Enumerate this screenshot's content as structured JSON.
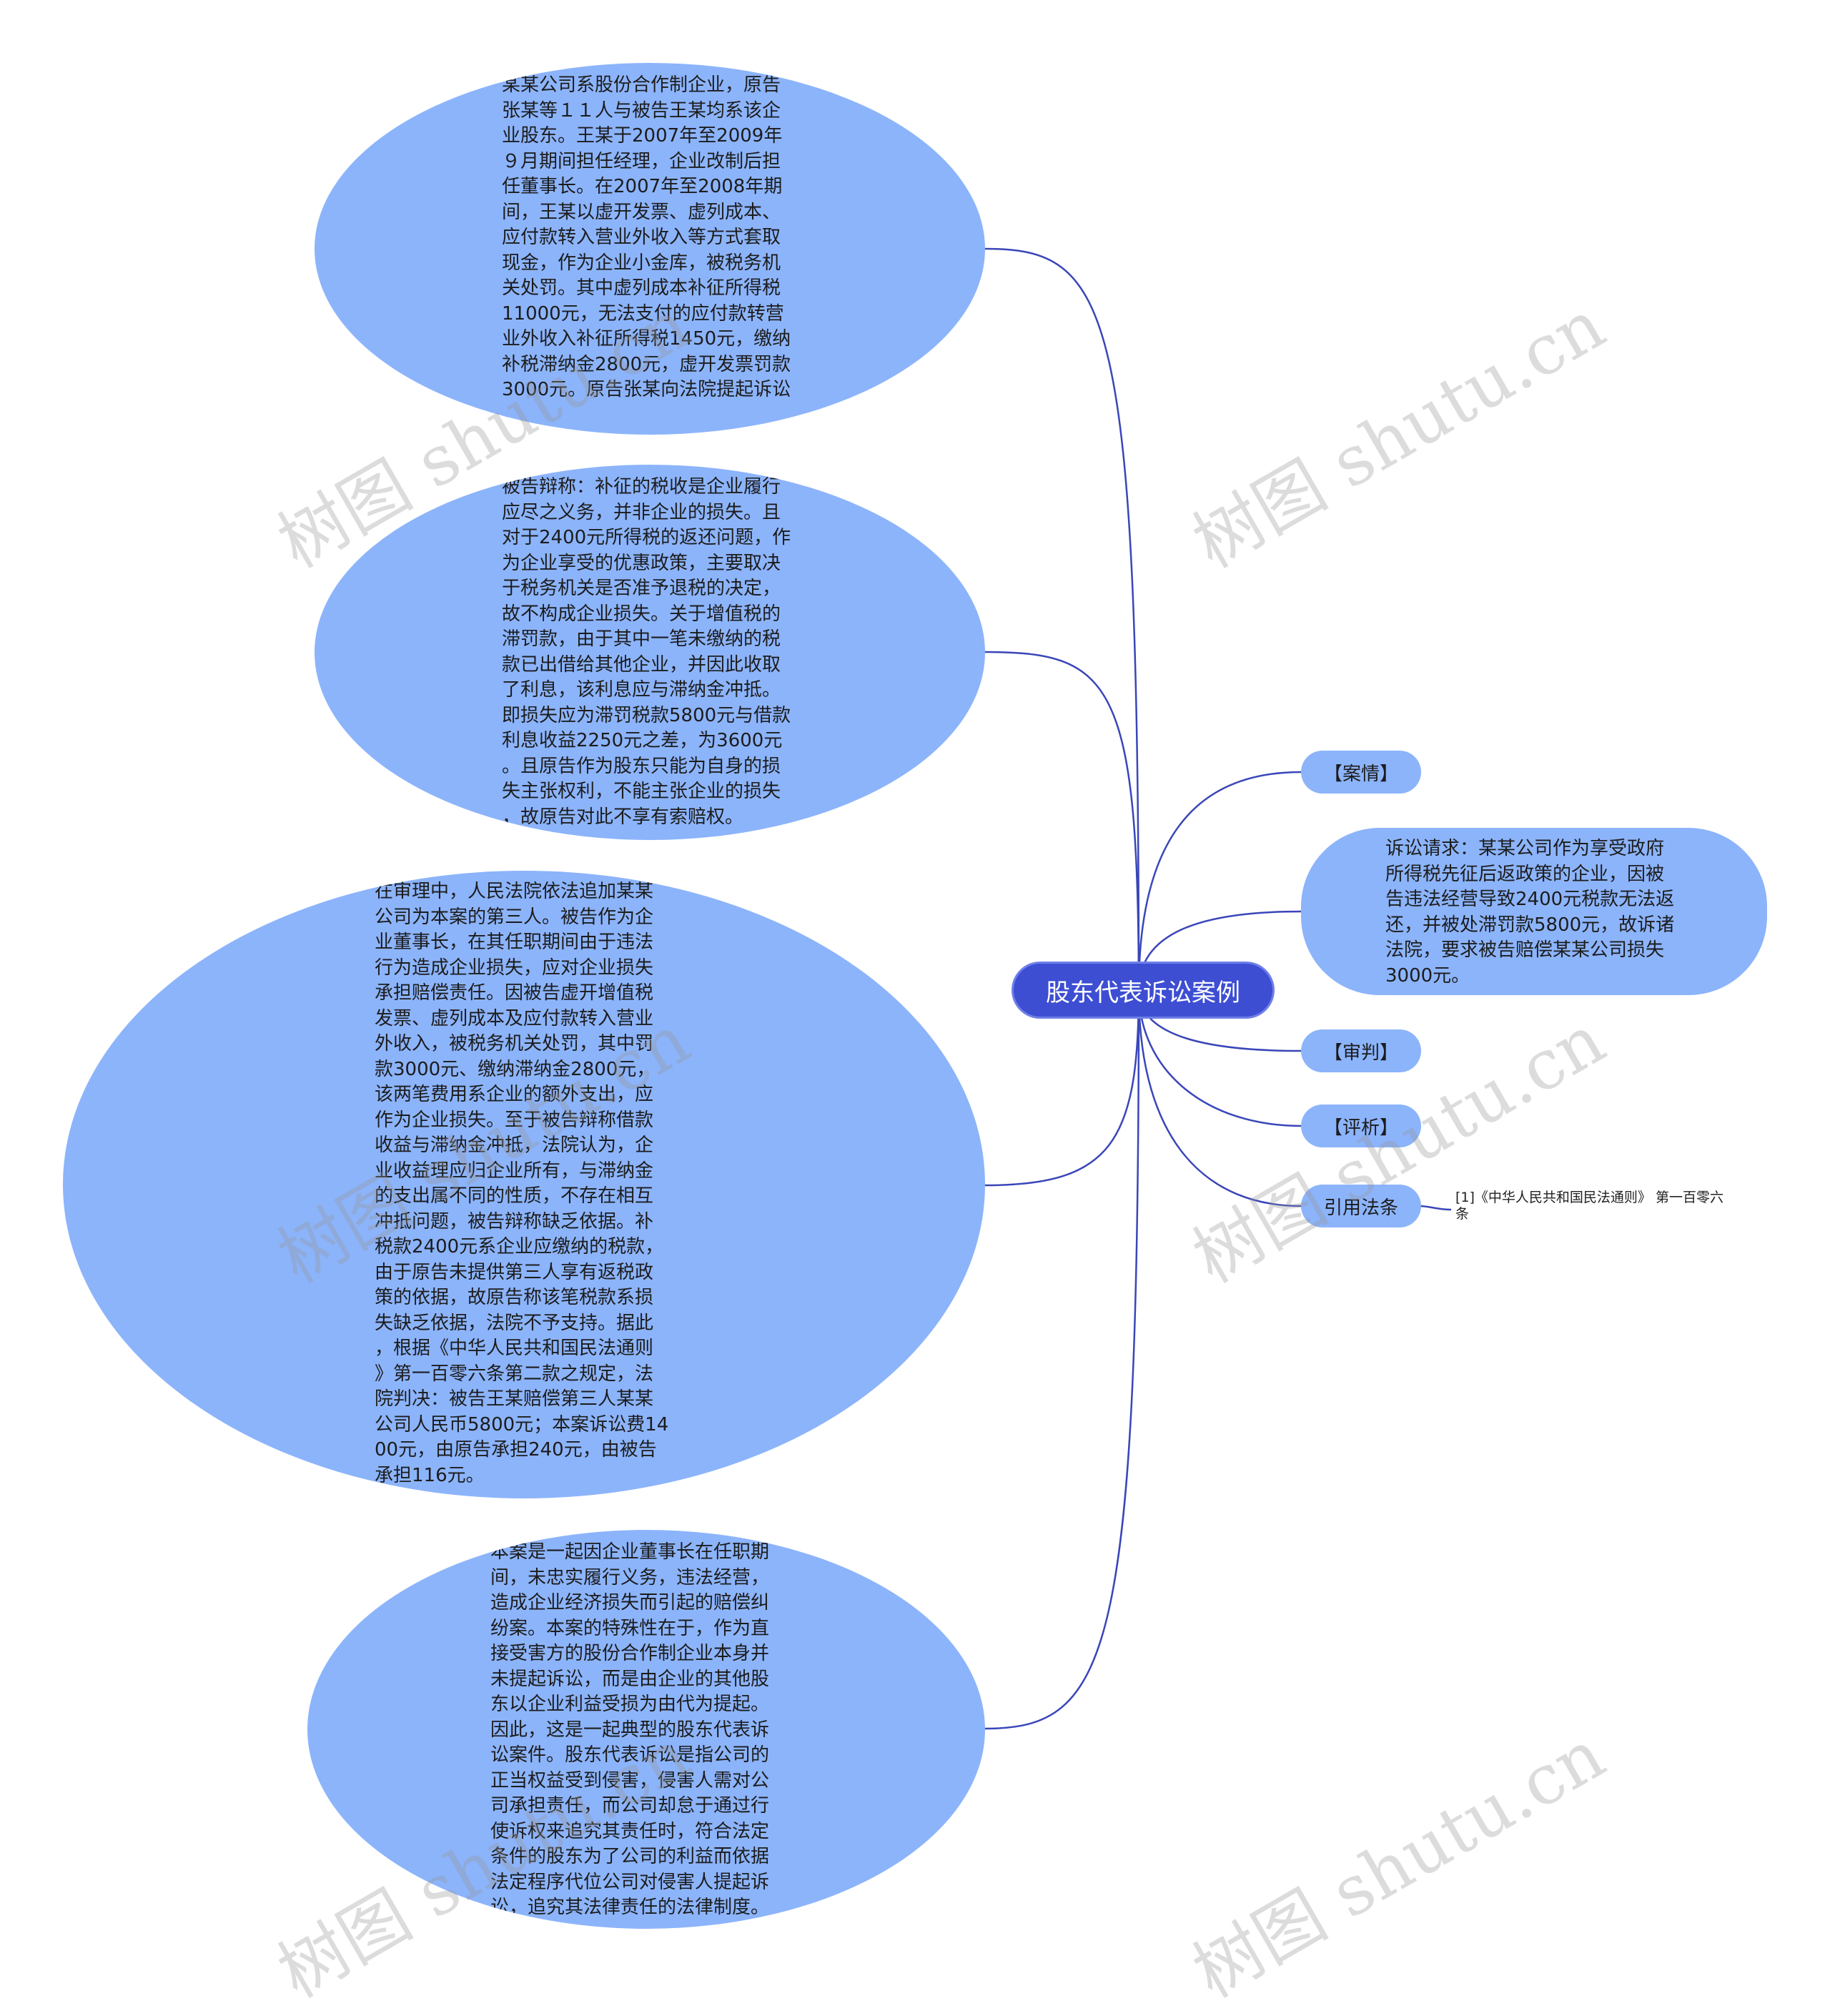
{
  "root": {
    "label": "股东代表诉讼案例"
  },
  "left_nodes": [
    {
      "text": "某某公司系股份合作制企业，原告\n张某等１１人与被告王某均系该企\n业股东。王某于2007年至2009年\n９月期间担任经理，企业改制后担\n任董事长。在2007年至2008年期\n间，王某以虚开发票、虚列成本、\n应付款转入营业外收入等方式套取\n现金，作为企业小金库，被税务机\n关处罚。其中虚列成本补征所得税\n11000元，无法支付的应付款转营\n业外收入补征所得税1450元，缴纳\n补税滞纳金2800元，虚开发票罚款\n3000元。原告张某向法院提起诉讼\n。"
    },
    {
      "text": "被告辩称：补征的税收是企业履行\n应尽之义务，并非企业的损失。且\n对于2400元所得税的返还问题，作\n为企业享受的优惠政策，主要取决\n于税务机关是否准予退税的决定，\n故不构成企业损失。关于增值税的\n滞罚款，由于其中一笔未缴纳的税\n款已出借给其他企业，并因此收取\n了利息，该利息应与滞纳金冲抵。\n即损失应为滞罚税款5800元与借款\n利息收益2250元之差，为3600元\n。且原告作为股东只能为自身的损\n失主张权利，不能主张企业的损失\n，故原告对此不享有索赔权。"
    },
    {
      "text": "在审理中，人民法院依法追加某某\n公司为本案的第三人。被告作为企\n业董事长，在其任职期间由于违法\n行为造成企业损失，应对企业损失\n承担赔偿责任。因被告虚开增值税\n发票、虚列成本及应付款转入营业\n外收入，被税务机关处罚，其中罚\n款3000元、缴纳滞纳金2800元，\n该两笔费用系企业的额外支出，应\n作为企业损失。至于被告辩称借款\n收益与滞纳金冲抵，法院认为，企\n业收益理应归企业所有，与滞纳金\n的支出属不同的性质，不存在相互\n冲抵问题，被告辩称缺乏依据。补\n税款2400元系企业应缴纳的税款，\n由于原告未提供第三人享有返税政\n策的依据，故原告称该笔税款系损\n失缺乏依据，法院不予支持。据此\n，根据《中华人民共和国民法通则\n》第一百零六条第二款之规定，法\n院判决：被告王某赔偿第三人某某\n公司人民币5800元；本案诉讼费14\n00元，由原告承担240元，由被告\n承担116元。"
    },
    {
      "text": "本案是一起因企业董事长在任职期\n间，未忠实履行义务，违法经营，\n造成企业经济损失而引起的赔偿纠\n纷案。本案的特殊性在于，作为直\n接受害方的股份合作制企业本身并\n未提起诉讼，而是由企业的其他股\n东以企业利益受损为由代为提起。\n因此，这是一起典型的股东代表诉\n讼案件。股东代表诉讼是指公司的\n正当权益受到侵害，侵害人需对公\n司承担责任，而公司却怠于通过行\n使诉权来追究其责任时，符合法定\n条件的股东为了公司的利益而依据\n法定程序代位公司对侵害人提起诉\n讼，追究其法律责任的法律制度。"
    }
  ],
  "right_nodes": [
    {
      "label": "【案情】"
    },
    {
      "label": "诉讼请求：某某公司作为享受政府\n所得税先征后返政策的企业，因被\n告违法经营导致2400元税款无法返\n还，并被处滞罚款5800元，故诉诸\n法院，要求被告赔偿某某公司损失\n3000元。"
    },
    {
      "label": "【审判】"
    },
    {
      "label": "【评析】"
    },
    {
      "label": "引用法条"
    }
  ],
  "law_ref": {
    "text": "[1]《中华人民共和国民法通则》 第一百零六\n条"
  },
  "watermark": {
    "text": "树图 shutu.cn"
  },
  "colors": {
    "node_fill": "#8cb4fb",
    "root_fill": "#3d4ed3",
    "link": "#3a46b8"
  }
}
